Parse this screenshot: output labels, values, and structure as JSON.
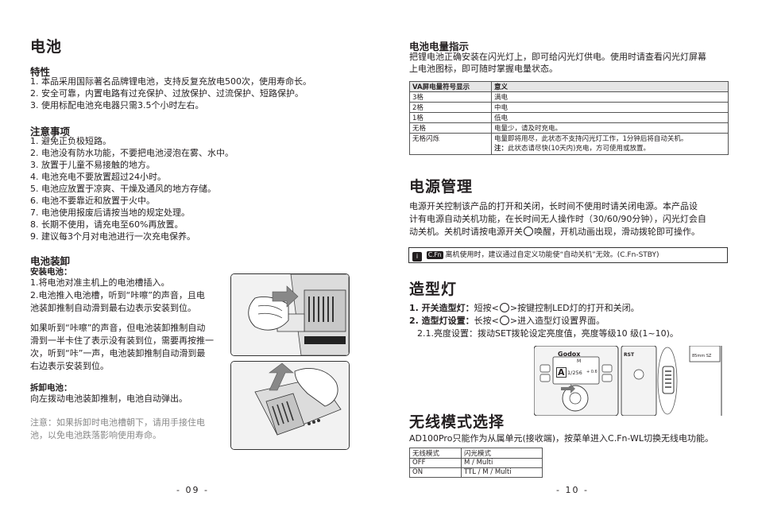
{
  "left": {
    "title": "电池",
    "features": {
      "heading": "特性",
      "items": [
        "1. 本品采用国际著名品牌锂电池，支持反复充放电500次，使用寿命长。",
        "2. 安全可靠，内置电路有过充保护、过放保护、过流保护、短路保护。",
        "3. 使用标配电池充电器只需3.5个小时左右。"
      ]
    },
    "cautions": {
      "heading": "注意事项",
      "items": [
        "1. 避免正负极短路。",
        "2. 电池没有防水功能，不要把电池浸泡在雾、水中。",
        "3. 放置于儿童不易接触的地方。",
        "4. 电池充电不要放置超过24小时。",
        "5. 电池应放置于凉爽、干燥及通风的地方存储。",
        "6. 电池不要靠近和放置于火中。",
        "7. 电池使用报废后请按当地的规定处理。",
        "8. 长期不使用，请充电至60%再放置。",
        "9. 建议每3个月对电池进行一次充电保养。"
      ]
    },
    "install": {
      "heading": "电池装卸",
      "install_sub": "安装电池：",
      "install_lines": [
        "1.将电池对准主机上的电池槽插入。",
        "2.电池推入电池槽，听到“咔嚓”的声音，且电",
        "池装卸推制自动滑到最右边表示安装到位。"
      ],
      "note_lines": [
        "如果听到“咔嚓”的声音，但电池装卸推制自动",
        "滑到一半卡住了表示没有装到位，需要再按推一",
        "次，听到“咔”一声，电池装卸推制自动滑到最",
        "右边表示安装到位。"
      ],
      "remove_sub": "拆卸电池：",
      "remove_line": "向左拨动电池装卸推制，电池自动弹出。",
      "warn_lines": [
        "注意：如果拆卸时电池槽朝下，请用手接住电",
        "池，以免电池跌落影响使用寿命。"
      ]
    },
    "page_number": "- 09 -"
  },
  "right": {
    "battery_level": {
      "heading": "电池电量指示",
      "intro_lines": [
        "把锂电池正确安装在闪光灯上，即可给闪光灯供电。使用时请查看闪光灯屏幕",
        "上电池图标，即可随时掌握电量状态。"
      ],
      "table": {
        "headers": [
          "VA屏电量符号显示",
          "意义"
        ],
        "rows": [
          [
            "3格",
            "满电"
          ],
          [
            "2格",
            "中电"
          ],
          [
            "1格",
            "低电"
          ],
          [
            "无格",
            "电量少，请及时充电。"
          ]
        ],
        "last_row": {
          "col1": "无格闪烁",
          "line1": "电量即将用尽，此状态不支持闪光灯工作，1分钟后将自动关机。",
          "note_label": "注：",
          "note_text": "此状态请尽快(10天内)充电，方可使用或放置。"
        }
      }
    },
    "power": {
      "heading": "电源管理",
      "lines": [
        "电源开关控制该产品的打开和关闭，长时间不使用时请关闭电源。本产品设",
        "计有电源自动关机功能，在长时间无人操作时（30/60/90分钟），闪光灯会自"
      ],
      "line3_pre": "动关机。关机时请按电源开关",
      "line3_post": "唤醒，开机动画出现，滑动拨轮即可操作。",
      "tip_badge": "C.Fn",
      "tip_text": "离机使用时，建议通过自定义功能使“自动关机”无效。(C.Fn-STBY)"
    },
    "modeling": {
      "heading": "造型灯",
      "item1_label": "1. 开关造型灯：",
      "item1_pre": "短按<",
      "item1_post": ">按键控制LED灯的打开和关闭。",
      "item2_label": "2. 造型灯设置：",
      "item2_pre": "长按<",
      "item2_post": ">进入造型灯设置界面。",
      "item2_sub": "2.1.亮度设置：拨动SET拨轮设定亮度值，亮度等级10 级(1~10)。"
    },
    "device": {
      "brand": "Godox",
      "mode_letter": "A",
      "power_value": "1/256",
      "power_plus": "+ 0.6",
      "m_label": "M",
      "rst_label": "RST",
      "right_screen_text": "85mm  SZ"
    },
    "wireless": {
      "heading": "无线模式选择",
      "line": "AD100Pro只能作为从属单元(接收端)，按菜单进入C.Fn-WL切换无线电功能。",
      "table": {
        "headers": [
          "无线模式",
          "闪光模式"
        ],
        "rows": [
          [
            "OFF",
            "M / Multi"
          ],
          [
            "ON",
            "TTL / M / Multi"
          ]
        ]
      }
    },
    "page_number": "- 10 -"
  }
}
